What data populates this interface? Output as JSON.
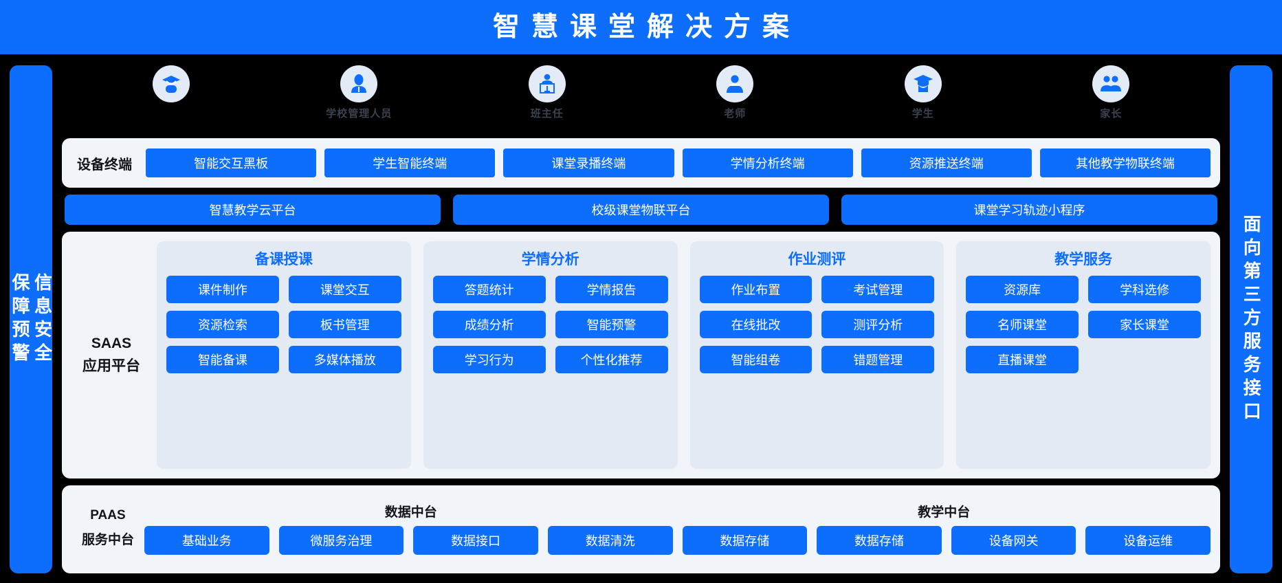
{
  "header": {
    "title": "智慧课堂解决方案",
    "background_color": "#0d6efd",
    "text_color": "#ffffff"
  },
  "left_rail": {
    "text": "信息安全\n保障预警",
    "color": "#0d6efd"
  },
  "right_rail": {
    "text": "面向第三方服务接口",
    "color": "#0d6efd"
  },
  "roles": [
    {
      "icon": "graduate-person-icon",
      "label": ""
    },
    {
      "icon": "admin-person-icon",
      "label": "学校管理人员"
    },
    {
      "icon": "head-teacher-podium-icon",
      "label": "班主任"
    },
    {
      "icon": "teacher-person-icon",
      "label": "老师"
    },
    {
      "icon": "student-cap-icon",
      "label": "学生"
    },
    {
      "icon": "parents-group-icon",
      "label": "家长"
    }
  ],
  "device_section": {
    "label": "设备终端",
    "items": [
      "智能交互黑板",
      "学生智能终端",
      "课堂录播终端",
      "学情分析终端",
      "资源推送终端",
      "其他教学物联终端"
    ]
  },
  "platform_row": [
    "智慧教学云平台",
    "校级课堂物联平台",
    "课堂学习轨迹小程序"
  ],
  "saas_section": {
    "label": "SAAS\n应用平台",
    "groups": [
      {
        "title": "备课授课",
        "items": [
          "课件制作",
          "课堂交互",
          "资源检索",
          "板书管理",
          "智能备课",
          "多媒体播放"
        ]
      },
      {
        "title": "学情分析",
        "items": [
          "答题统计",
          "学情报告",
          "成绩分析",
          "智能预警",
          "学习行为",
          "个性化推荐"
        ]
      },
      {
        "title": "作业测评",
        "items": [
          "作业布置",
          "考试管理",
          "在线批改",
          "测评分析",
          "智能组卷",
          "错题管理"
        ]
      },
      {
        "title": "教学服务",
        "items": [
          "资源库",
          "学科选修",
          "名师课堂",
          "家长课堂",
          "直播课堂"
        ]
      }
    ]
  },
  "paas_section": {
    "label": "PAAS\n服务中台",
    "headers": [
      "数据中台",
      "教学中台"
    ],
    "items": [
      "基础业务",
      "微服务治理",
      "数据接口",
      "数据清洗",
      "数据存储",
      "数据存储",
      "设备网关",
      "设备运维"
    ]
  },
  "colors": {
    "accent": "#0d6efd",
    "panel": "#f1f4f8",
    "group_panel": "#e4eaf4",
    "icon_bg": "#e3ebf7",
    "background": "#000000"
  }
}
